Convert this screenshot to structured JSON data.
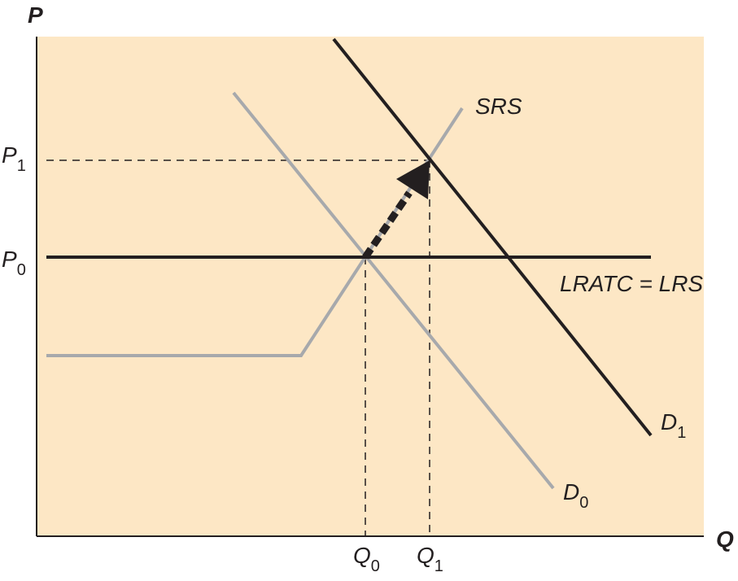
{
  "diagram": {
    "background_color": "#fde7c5",
    "axis_color": "#231f20",
    "dark_curve_color": "#231f20",
    "light_curve_color": "#a7a9ac",
    "labels": {
      "y_axis": "P",
      "x_axis": "Q",
      "p1_symbol": "P",
      "p1_sub": "1",
      "p0_symbol": "P",
      "p0_sub": "0",
      "q0_symbol": "Q",
      "q0_sub": "0",
      "q1_symbol": "Q",
      "q1_sub": "1",
      "srs": "SRS",
      "lrs": "LRATC = LRS",
      "d1_symbol": "D",
      "d1_sub": "1",
      "d0_symbol": "D",
      "d0_sub": "0"
    }
  }
}
